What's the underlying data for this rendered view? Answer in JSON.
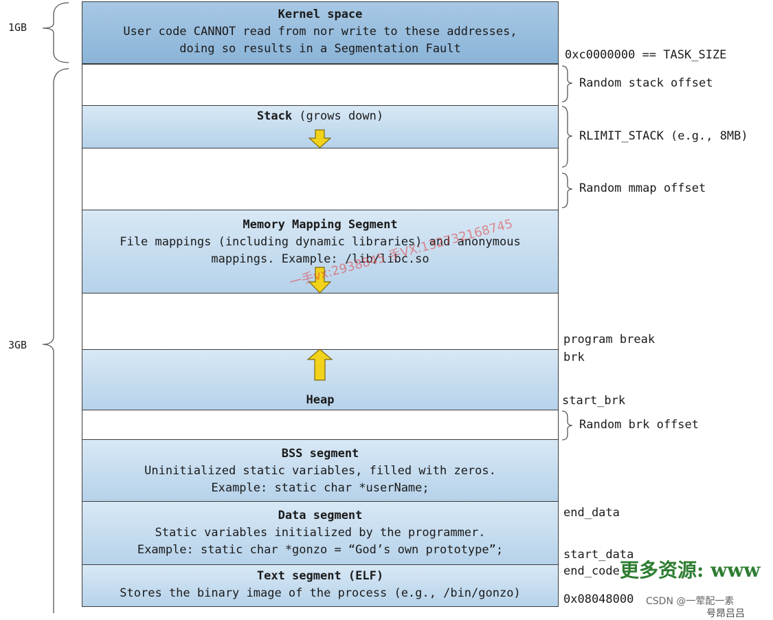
{
  "side_labels": {
    "kernel_size": "1GB",
    "user_size": "3GB"
  },
  "segments": {
    "kernel": {
      "title": "Kernel space",
      "line1": "User code CANNOT read from nor write to these addresses,",
      "line2": "doing so results in a Segmentation Fault"
    },
    "stack": {
      "title": "Stack",
      "note": " (grows down)"
    },
    "mmap": {
      "title": "Memory Mapping Segment",
      "line1": "File mappings (including dynamic libraries) and anonymous",
      "line2": "mappings. Example: /lib/libc.so"
    },
    "heap": {
      "title": "Heap"
    },
    "bss": {
      "title": "BSS segment",
      "line1": "Uninitialized static variables, filled with zeros.",
      "line2": "Example: static char *userName;"
    },
    "data": {
      "title": "Data segment",
      "line1": "Static variables initialized by the programmer.",
      "line2": "Example: static char *gonzo = “God’s own prototype”;"
    },
    "text": {
      "title": "Text segment (ELF)",
      "line1": "Stores the binary image of the process (e.g., /bin/gonzo)"
    }
  },
  "right_labels": {
    "task_size": "0xc0000000 == TASK_SIZE",
    "random_stack_offset": "Random stack offset",
    "rlimit_stack": "RLIMIT_STACK (e.g., 8MB)",
    "random_mmap_offset": "Random mmap offset",
    "program_break": "program break",
    "brk": "brk",
    "start_brk": "start_brk",
    "random_brk_offset": "Random brk offset",
    "end_data": "end_data",
    "start_data": "start_data",
    "end_code": "end_code",
    "text_start": "0x08048000"
  },
  "watermarks": {
    "red_text": "一手vx:2938845 手VX:132732168745",
    "green_text": "更多资源: www",
    "csdn": "CSDN @一荤配一素",
    "bottom": "号昂吕吕"
  },
  "colors": {
    "segment_blue": "#c6dcef",
    "arrow_yellow": "#f2d21a",
    "watermark_red": "#e23b3b",
    "watermark_green": "#2e7d32"
  }
}
